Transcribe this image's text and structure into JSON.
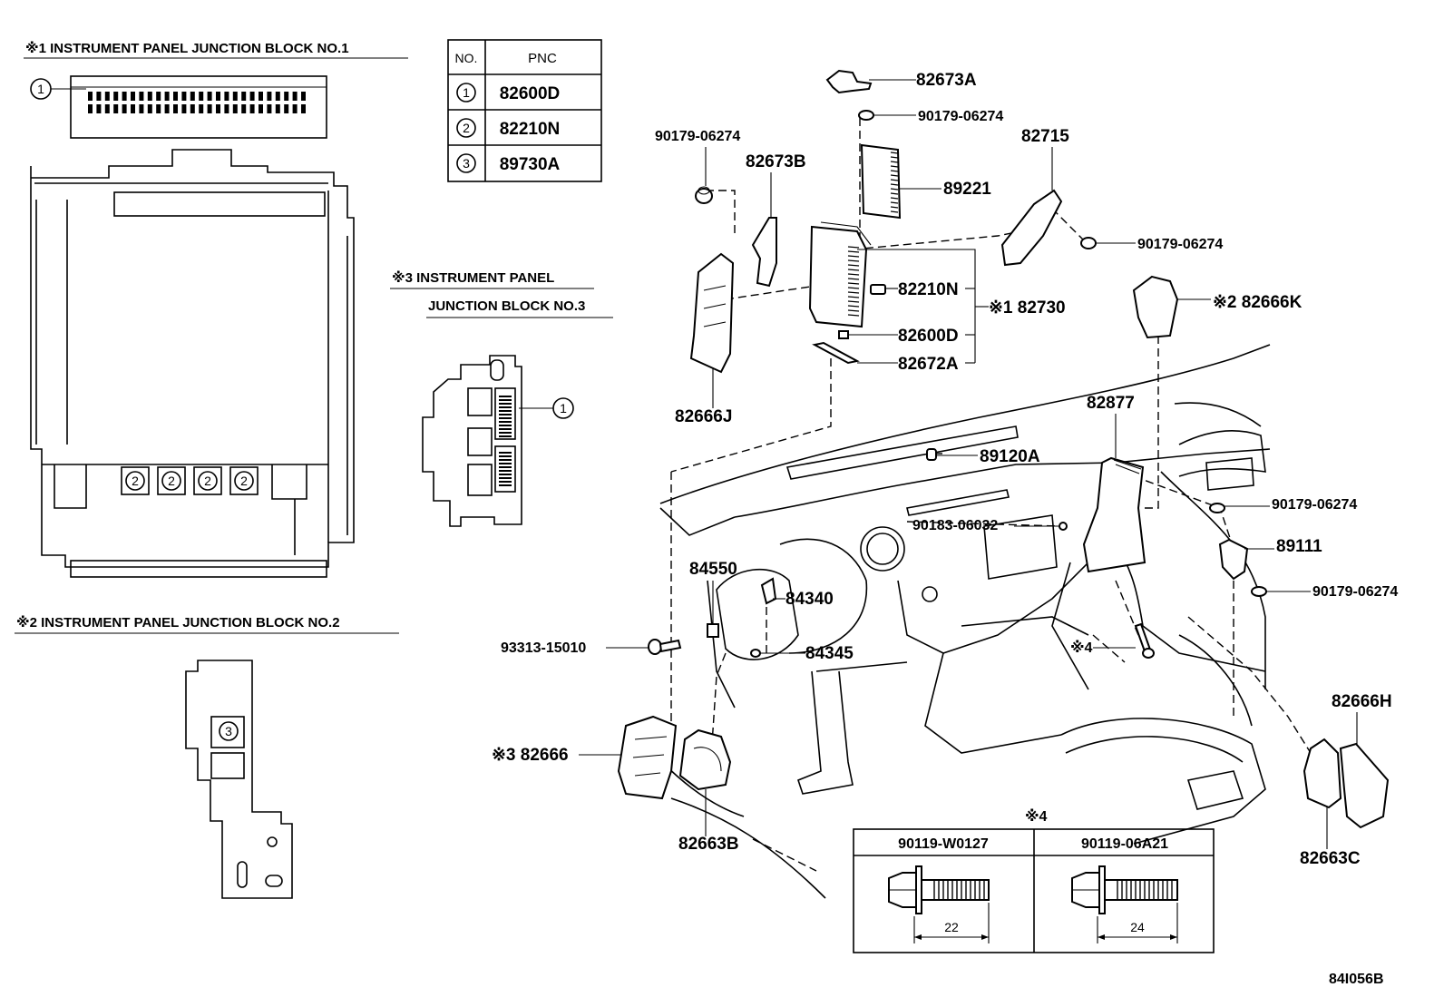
{
  "headings": {
    "jb1": "※1 INSTRUMENT PANEL JUNCTION BLOCK NO.1",
    "jb2": "※2 INSTRUMENT PANEL JUNCTION BLOCK NO.2",
    "jb3_line1": "※3   INSTRUMENT PANEL",
    "jb3_line2": "JUNCTION BLOCK NO.3",
    "note4": "※4"
  },
  "pnc_table": {
    "col_no": "NO.",
    "col_pnc": "PNC",
    "rows": [
      {
        "no": "1",
        "pnc": "82600D"
      },
      {
        "no": "2",
        "pnc": "82210N"
      },
      {
        "no": "3",
        "pnc": "89730A"
      }
    ]
  },
  "callouts": {
    "c1": "1",
    "c2": "2",
    "c3": "3"
  },
  "parts": {
    "p82673A": "82673A",
    "p90179_top": "90179-06274",
    "p90179_left": "90179-06274",
    "p82673B": "82673B",
    "p89221": "89221",
    "p82715": "82715",
    "p90179_right": "90179-06274",
    "p82210N": "82210N",
    "p82730": "※1 82730",
    "p82600D": "82600D",
    "p82672A": "82672A",
    "p82666K": "※2 82666K",
    "p82666J": "82666J",
    "p82877": "82877",
    "p89120A": "89120A",
    "p90179_mid": "90179-06274",
    "p90183": "90183-06032",
    "p89111": "89111",
    "p90179_low": "90179-06274",
    "p84550": "84550",
    "p84340": "84340",
    "p93313": "93313-15010",
    "p84345": "84345",
    "p4ref": "※4",
    "p82666": "※3 82666",
    "p82666H": "82666H",
    "p82663B": "82663B",
    "p82663C": "82663C"
  },
  "bolt_table": {
    "col1": "90119-W0127",
    "col2": "90119-06A21",
    "len1": "22",
    "len2": "24"
  },
  "figure_id": "84I056B"
}
